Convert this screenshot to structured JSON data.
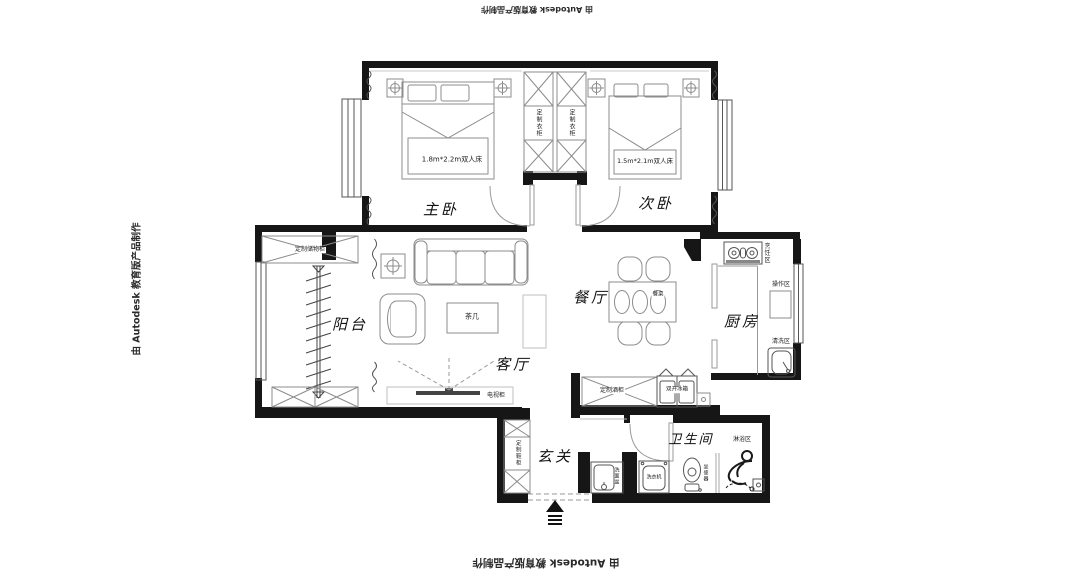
{
  "watermarks": {
    "top": "由 Autodesk 教育版产品制作",
    "left": "由 Autodesk 教育版产品制作",
    "bottom": "由 Autodesk 教育版产品制作"
  },
  "rooms": {
    "master_bedroom": "主卧",
    "second_bedroom": "次卧",
    "balcony": "阳台",
    "living_room": "客厅",
    "dining_room": "餐厅",
    "kitchen": "厨房",
    "entry": "玄关",
    "bathroom": "卫生间"
  },
  "labels": {
    "master_bed": "1.8m*2.2m双人床",
    "second_bed": "1.5m*2.1m双人床",
    "wardrobe": "定制衣柜",
    "storage_cabinet": "定制储物柜",
    "tea_table": "茶几",
    "tv_cabinet": "电视柜",
    "dining_table": "餐桌",
    "cooking_area": "烹饪区",
    "prep_area": "操作区",
    "wash_area": "清洗区",
    "wine_cabinet": "定制酒柜",
    "fridge": "双开冰箱",
    "shoe_cabinet": "定制鞋柜",
    "basin": "洗面盆",
    "washing_machine": "洗衣机",
    "toilet": "坐便器",
    "shower_area": "淋浴区"
  },
  "colors": {
    "wall": "#161616",
    "furniture_line": "#8c8c8c",
    "light_line": "#bfbfbf",
    "text": "#1c1c1c",
    "background": "#ffffff"
  }
}
